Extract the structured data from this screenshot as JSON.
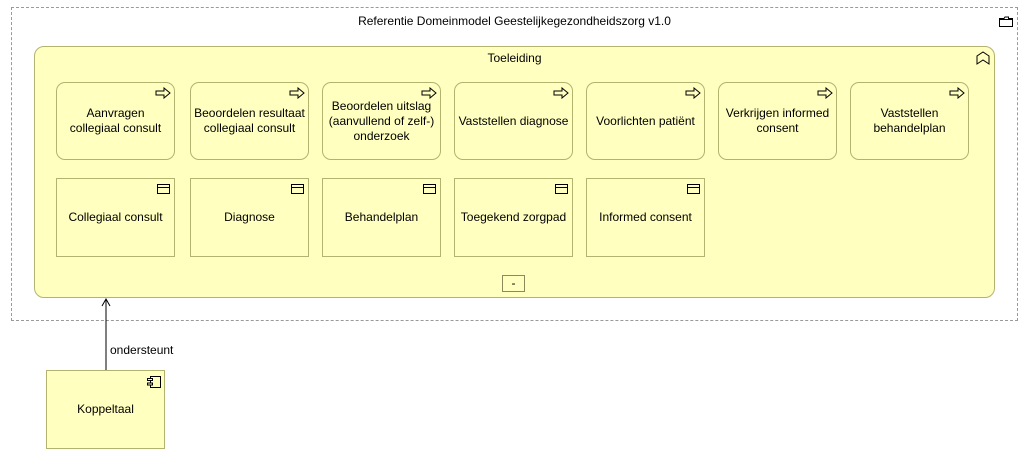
{
  "group": {
    "title": "Referentie Domeinmodel Geestelijkegezondheidszorg v1.0",
    "icon": "folder-icon"
  },
  "function": {
    "title": "Toeleiding",
    "icon": "function-chevron-icon",
    "collapse_label": "-"
  },
  "processes": [
    {
      "label": "Aanvragen collegiaal consult",
      "icon": "process-arrow-icon"
    },
    {
      "label": "Beoordelen resultaat collegiaal consult",
      "icon": "process-arrow-icon"
    },
    {
      "label": "Beoordelen uitslag (aanvullend of zelf-) onderzoek",
      "icon": "process-arrow-icon"
    },
    {
      "label": "Vaststellen diagnose",
      "icon": "process-arrow-icon"
    },
    {
      "label": "Voorlichten patiënt",
      "icon": "process-arrow-icon"
    },
    {
      "label": "Verkrijgen informed consent",
      "icon": "process-arrow-icon"
    },
    {
      "label": "Vaststellen behandelplan",
      "icon": "process-arrow-icon"
    }
  ],
  "objects": [
    {
      "label": "Collegiaal consult",
      "icon": "business-object-icon"
    },
    {
      "label": "Diagnose",
      "icon": "business-object-icon"
    },
    {
      "label": "Behandelplan",
      "icon": "business-object-icon"
    },
    {
      "label": "Toegekend zorgpad",
      "icon": "business-object-icon"
    },
    {
      "label": "Informed consent",
      "icon": "business-object-icon"
    }
  ],
  "component": {
    "label": "Koppeltaal",
    "icon": "application-component-icon"
  },
  "relation": {
    "label": "ondersteunt",
    "type": "serving"
  },
  "colors": {
    "fill": "#ffffc0",
    "border": "#b3b370",
    "group_border": "#9a9a9a"
  }
}
